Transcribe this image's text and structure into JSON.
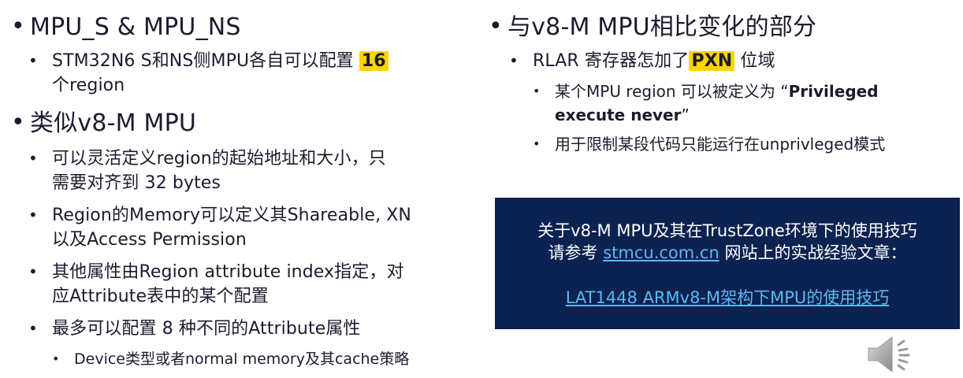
{
  "left": {
    "h1": "MPU_S & MPU_NS",
    "h1_sub1_pre": "STM32N6 S和NS侧MPU各自可以配置",
    "h1_sub1_highlight": "16",
    "h1_sub1_line2": "个region",
    "h2": "类似v8-M MPU",
    "h2_sub1_line1": "可以灵活定义region的起始地址和大小，只",
    "h2_sub1_line2": "需要对齐到 32 bytes",
    "h2_sub2_line1": "Region的Memory可以定义其Shareable, XN",
    "h2_sub2_line2": "以及Access Permission",
    "h2_sub3_line1": "其他属性由Region attribute index指定，对",
    "h2_sub3_line2": "应Attribute表中的某个配置",
    "h2_sub4": "最多可以配置 8 种不同的Attribute属性",
    "h2_sub4_sub1": "Device类型或者normal memory及其cache策略"
  },
  "right": {
    "h1": "与v8-M MPU相比变化的部分",
    "sub1_pre": "RLAR 寄存器怎加了",
    "sub1_highlight": "PXN",
    "sub1_post": " 位域",
    "sub1_a_pre": "某个MPU region 可以被定义为 “",
    "sub1_a_bold1": "Privileged",
    "sub1_a_bold2": "execute never",
    "sub1_a_post": "”",
    "sub1_b": "用于限制某段代码只能运行在unprivleged模式"
  },
  "info_box": {
    "line1": "关于v8-M MPU及其在TrustZone环境下的使用技巧",
    "line2_pre": "请参考 ",
    "line2_link": "stmcu.com.cn",
    "line2_post": " 网站上的实战经验文章：",
    "link_title": "LAT1448 ARMv8-M架构下MPU的使用技巧"
  },
  "icons": {
    "bullet": "•",
    "speaker": "speaker-icon"
  },
  "colors": {
    "highlight": "#ffd400",
    "box_bg": "#0c2250",
    "link": "#5bb8f0",
    "text": "#1b1b2f"
  }
}
